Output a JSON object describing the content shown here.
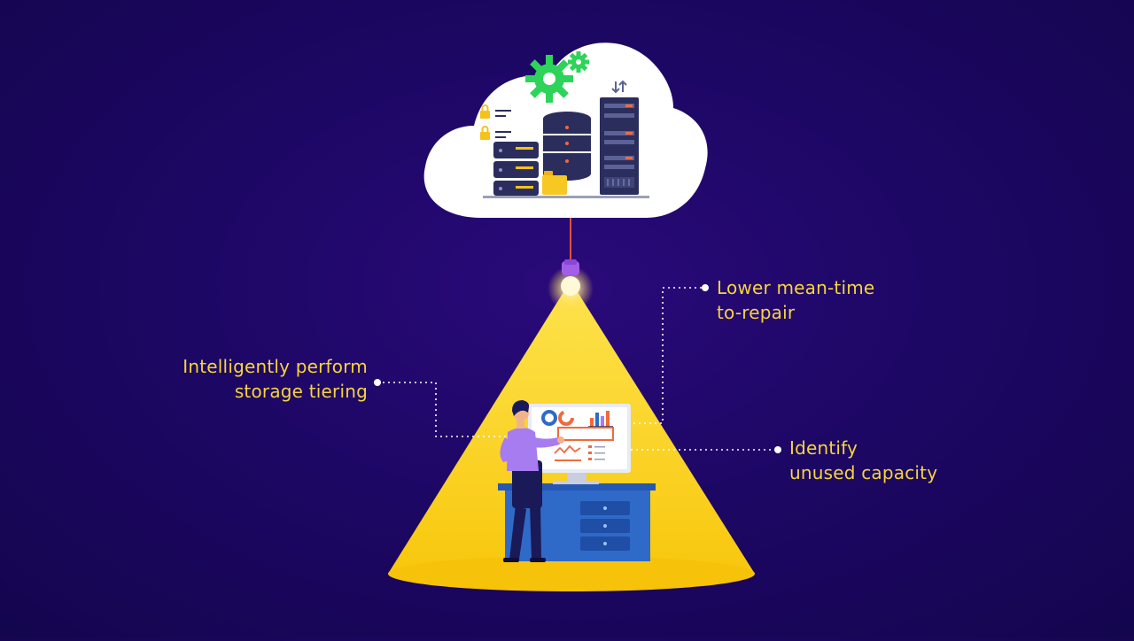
{
  "callouts": {
    "left": {
      "line1": "Intelligently perform",
      "line2": "storage tiering"
    },
    "top_right": {
      "line1": "Lower mean-time",
      "line2": "to-repair"
    },
    "bottom_right": {
      "line1": "Identify",
      "line2": "unused capacity"
    }
  },
  "colors": {
    "background": "#1d0765",
    "accent_yellow": "#fbd40a",
    "label_text": "#f7d43a",
    "gear_green": "#2ed35a",
    "server_navy": "#2b2e5c",
    "bulb_purple": "#b06cf0",
    "desk_blue": "#2f6ac8",
    "shirt_purple": "#a77cf0"
  },
  "icons": [
    "cloud-icon",
    "gear-icon",
    "database-icon",
    "server-rack-icon",
    "padlock-icon",
    "folder-icon",
    "light-bulb-icon",
    "person-icon",
    "monitor-icon",
    "desk-icon",
    "bar-chart-icon",
    "donut-chart-icon"
  ]
}
